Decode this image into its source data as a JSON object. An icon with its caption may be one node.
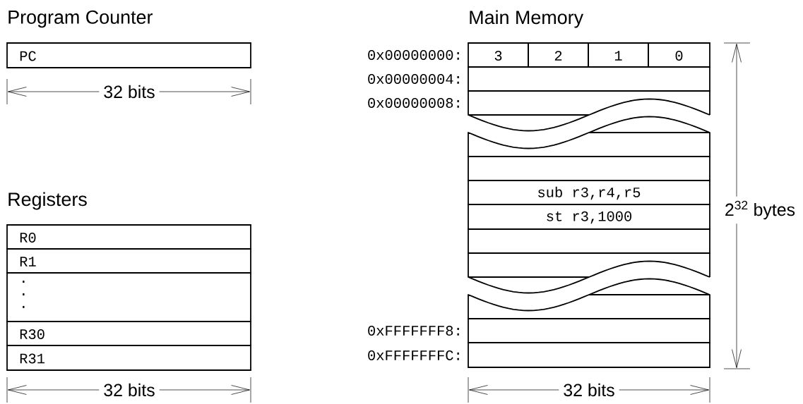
{
  "diagram": {
    "nodes": [
      {
        "text": [
          "PC"
        ]
      },
      {
        "text": [
          "R0"
        ]
      },
      {
        "text": [
          "R1"
        ]
      },
      {
        "text": [
          ". . ."
        ]
      },
      {
        "text": [
          "R30"
        ]
      },
      {
        "text": [
          "R31"
        ]
      },
      {
        "text": [
          "3"
        ]
      },
      {
        "text": [
          "2"
        ]
      },
      {
        "text": [
          "1"
        ]
      },
      {
        "text": [
          "0"
        ]
      },
      {
        "text": [],
        "shape": "box"
      },
      {
        "text": [],
        "shape": "box"
      },
      {
        "text": [],
        "shape": "box"
      },
      {
        "text": [],
        "shape": "box"
      },
      {
        "text": [
          "sub r3,r4,r5"
        ]
      },
      {
        "text": [
          "st r3,1000"
        ]
      },
      {
        "text": [],
        "shape": "box"
      },
      {
        "text": [],
        "shape": "box"
      },
      {
        "text": [],
        "shape": "box"
      },
      {
        "text": [],
        "shape": "box"
      },
      {
        "text": [],
        "shape": "box"
      }
    ],
    "labels": [
      "Program Counter",
      "Main Memory",
      "0x00000000:",
      "0x00000004:",
      "32 bits",
      "0x00000008:",
      "Registers",
      "2$^{32}$ bytes",
      "0xFFFFFFF8:",
      "0xFFFFFFFC:",
      "32 bits",
      "32 bits"
    ]
  }
}
